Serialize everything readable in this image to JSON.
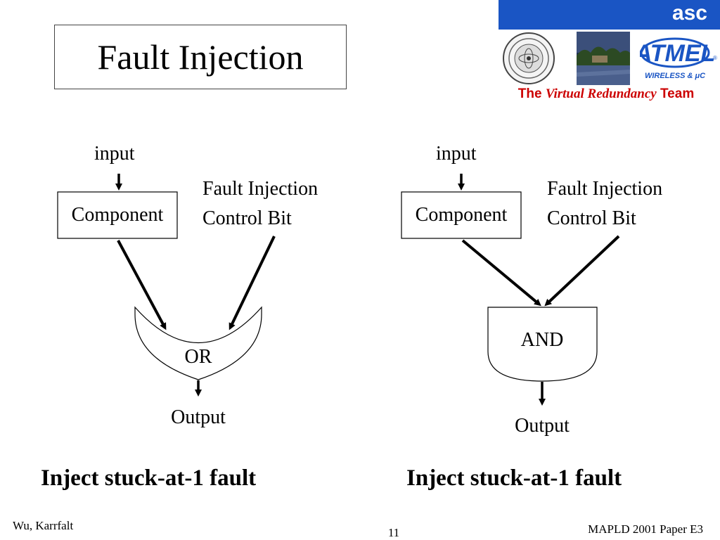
{
  "slide": {
    "title": "Fault Injection",
    "brand": {
      "badge": "asc",
      "team_prefix": "The",
      "team_italic": "Virtual Redundancy",
      "team_suffix": "Team",
      "colors": {
        "badge_bg": "#1a55c4",
        "team_text": "#cc0000"
      },
      "logos": [
        "university-seal-icon",
        "campus-photo",
        "atmel-logo"
      ]
    },
    "diagram_left": {
      "input_label": "input",
      "component_label": "Component",
      "control_label_line1": "Fault Injection",
      "control_label_line2": "Control Bit",
      "gate_label": "OR",
      "output_label": "Output",
      "caption": "Inject stuck-at-1 fault"
    },
    "diagram_right": {
      "input_label": "input",
      "component_label": "Component",
      "control_label_line1": "Fault Injection",
      "control_label_line2": "Control Bit",
      "gate_label": "AND",
      "output_label": "Output",
      "caption": "Inject stuck-at-1 fault"
    },
    "footer": {
      "authors": "Wu, Karrfalt",
      "page_number": "11",
      "reference": "MAPLD 2001 Paper E3"
    }
  }
}
